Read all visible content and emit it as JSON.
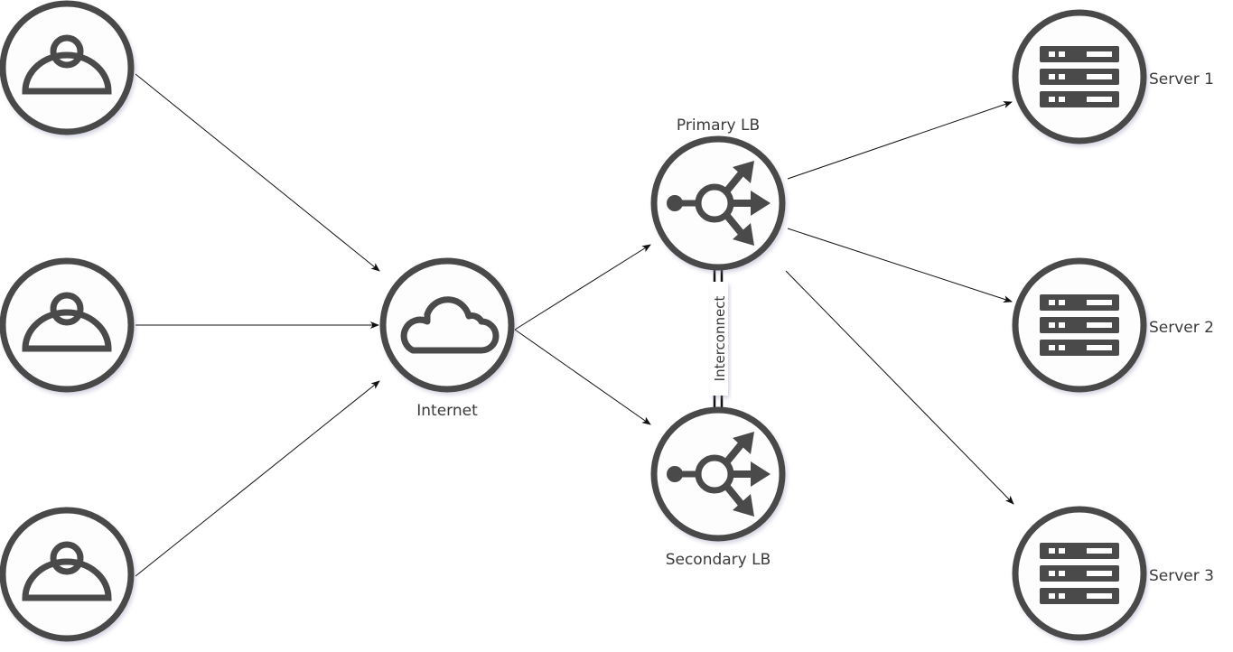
{
  "diagram": {
    "title": "",
    "nodes": [
      {
        "id": "user1",
        "type": "user",
        "label": ""
      },
      {
        "id": "user2",
        "type": "user",
        "label": ""
      },
      {
        "id": "user3",
        "type": "user",
        "label": ""
      },
      {
        "id": "internet",
        "type": "cloud",
        "label": "Internet"
      },
      {
        "id": "primary_lb",
        "type": "load-balancer",
        "label": "Primary LB"
      },
      {
        "id": "secondary_lb",
        "type": "load-balancer",
        "label": "Secondary LB"
      },
      {
        "id": "server1",
        "type": "server",
        "label": "Server 1"
      },
      {
        "id": "server2",
        "type": "server",
        "label": "Server 2"
      },
      {
        "id": "server3",
        "type": "server",
        "label": "Server 3"
      }
    ],
    "edges": [
      {
        "from": "user1",
        "to": "internet",
        "style": "arrow"
      },
      {
        "from": "user2",
        "to": "internet",
        "style": "arrow"
      },
      {
        "from": "user3",
        "to": "internet",
        "style": "arrow"
      },
      {
        "from": "internet",
        "to": "primary_lb",
        "style": "arrow"
      },
      {
        "from": "internet",
        "to": "secondary_lb",
        "style": "arrow"
      },
      {
        "from": "primary_lb",
        "to": "server1",
        "style": "arrow"
      },
      {
        "from": "primary_lb",
        "to": "server2",
        "style": "arrow"
      },
      {
        "from": "primary_lb",
        "to": "server3",
        "style": "arrow"
      },
      {
        "from": "primary_lb",
        "to": "secondary_lb",
        "style": "double-line",
        "label": "Interconnect"
      }
    ],
    "colors": {
      "node_stroke": "#4a4a4a",
      "node_fill": "#fdfdfd",
      "edge": "#111111",
      "text": "#3a3a3a"
    }
  }
}
